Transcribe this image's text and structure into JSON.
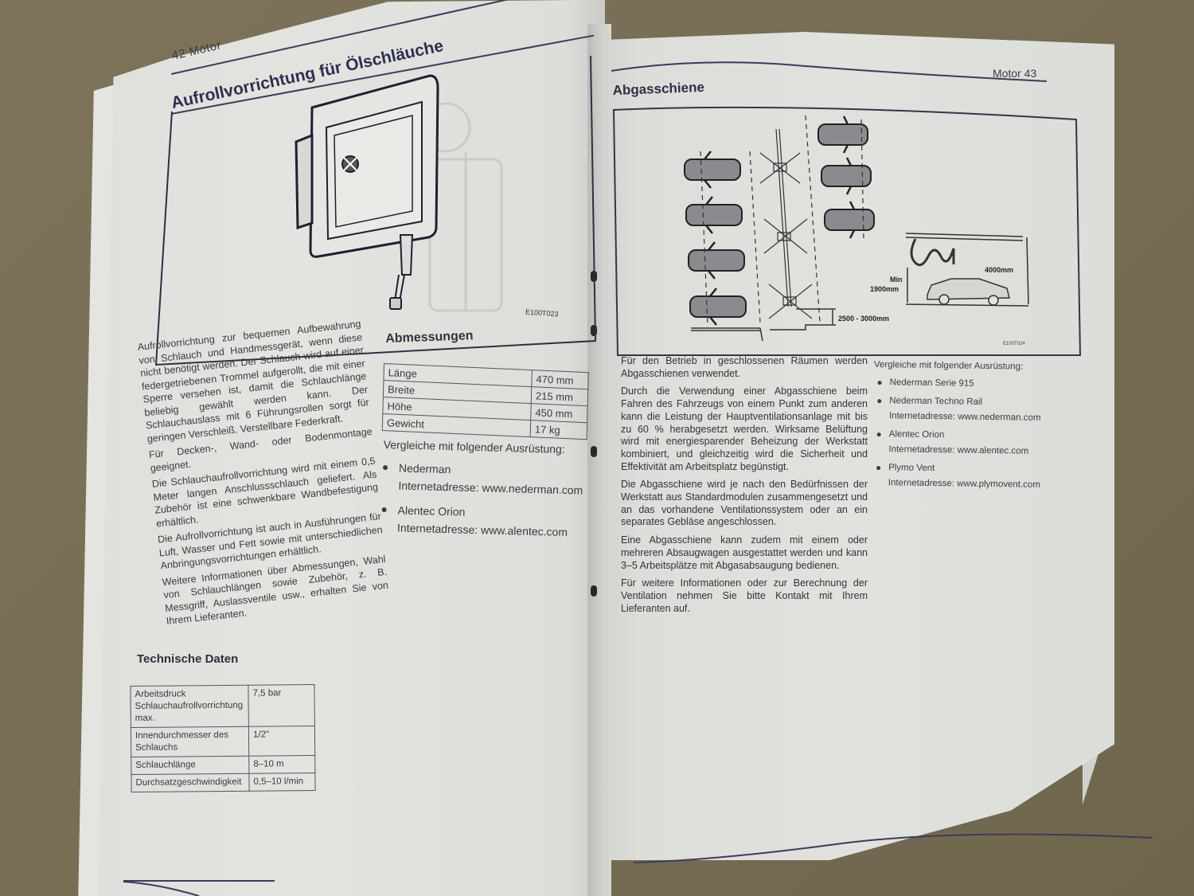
{
  "document": {
    "type": "printed manual, open spread (photo)",
    "colors": {
      "paper": "#e0e2dd",
      "ink": "#33333a",
      "rule_lines": "#3c3a5e",
      "desk_background": "#7a7058"
    }
  },
  "left_page": {
    "running_head": "42  Motor",
    "page_number": "42",
    "section": "Motor",
    "title": "Aufrollvorrichtung für Ölschläuche",
    "figure": {
      "code": "E100T023",
      "description": "hose-reel-unit-illustration"
    },
    "body_paragraphs": [
      "Aufrollvorrichtung zur bequemen Aufbewahrung von Schlauch und Handmessgerät, wenn diese nicht benötigt werden. Der Schlauch wird auf einer federgetriebenen Trommel aufgerollt, die mit einer Sperre versehen ist, damit die Schlauchlänge beliebig gewählt werden kann. Der Schlauchauslass mit 6 Führungsrollen sorgt für geringen Verschleiß. Verstellbare Federkraft.",
      "Für Decken-, Wand- oder Bodenmontage geeignet.",
      "Die Schlauchaufrollvorrichtung wird mit einem 0,5 Meter langen Anschlussschlauch geliefert. Als Zubehör ist eine schwenkbare Wandbefestigung erhältlich.",
      "Die Aufrollvorrichtung ist auch in Ausführungen für Luft, Wasser und Fett sowie mit unterschiedlichen Anbringungsvorrichtungen erhältlich.",
      "Weitere Informationen über Abmessungen, Wahl von Schlauchlängen sowie Zubehör, z. B. Messgriff, Auslassventile usw., erhalten Sie von Ihrem Lieferanten."
    ],
    "technical_data": {
      "heading": "Technische Daten",
      "rows": [
        {
          "label": "Arbeitsdruck Schlauchaufrollvorrichtung max.",
          "value": "7,5 bar"
        },
        {
          "label": "Innendurchmesser des Schlauchs",
          "value": "1/2\""
        },
        {
          "label": "Schlauchlänge",
          "value": "8–10 m"
        },
        {
          "label": "Durchsatzgeschwindigkeit",
          "value": "0,5–10 l/min"
        }
      ]
    },
    "dimensions": {
      "heading": "Abmessungen",
      "rows": [
        {
          "label": "Länge",
          "value": "470 mm"
        },
        {
          "label": "Breite",
          "value": "215 mm"
        },
        {
          "label": "Höhe",
          "value": "450 mm"
        },
        {
          "label": "Gewicht",
          "value": "17 kg"
        }
      ]
    },
    "comparison": {
      "lead": "Vergleiche mit folgender Ausrüstung:",
      "items": [
        {
          "name": "Nederman",
          "url_line": "Internetadresse: www.nederman.com"
        },
        {
          "name": "Alentec Orion",
          "url_line": "Internetadresse: www.alentec.com"
        }
      ]
    }
  },
  "right_page": {
    "running_head": "Motor  43",
    "page_number": "43",
    "section": "Motor",
    "title": "Abgasschiene",
    "figure": {
      "code": "E100T024",
      "description": "exhaust-rail-layout-diagram",
      "labels": {
        "rail_height": "4000mm",
        "min_label": "Min",
        "min_height": "1900mm",
        "offset": "2500 - 3000mm"
      }
    },
    "body_paragraphs": [
      "Für den Betrieb in geschlossenen Räumen werden Abgasschienen verwendet.",
      "Durch die Verwendung einer Abgasschiene beim Fahren des Fahrzeugs von einem Punkt zum anderen kann die Leistung der Hauptventilationsanlage mit bis zu 60 % herabgesetzt werden. Wirksame Belüftung wird mit energiesparender Beheizung der Werkstatt kombiniert, und gleichzeitig wird die Sicherheit und Effektivität am Arbeitsplatz begünstigt.",
      "Die Abgasschiene wird je nach den Bedürfnissen der Werkstatt aus Standardmodulen zusammengesetzt und an das vorhandene Ventilationssystem oder an ein separates Gebläse angeschlossen.",
      "Eine Abgasschiene kann zudem mit einem oder mehreren Absaugwagen ausgestattet werden und kann 3–5 Arbeitsplätze mit Abgasabsaugung bedienen.",
      "Für weitere Informationen oder zur Berechnung der Ventilation nehmen Sie bitte Kontakt mit Ihrem Lieferanten auf."
    ],
    "comparison": {
      "lead": "Vergleiche mit folgender Ausrüstung:",
      "items": [
        {
          "name": "Nederman Serie 915",
          "url_line": ""
        },
        {
          "name": "Nederman Techno Rail",
          "url_line": "Internetadresse: www.nederman.com"
        },
        {
          "name": "Alentec Orion",
          "url_line": "Internetadresse: www.alentec.com"
        },
        {
          "name": "Plymo Vent",
          "url_line": "Internetadresse: www.plymovent.com"
        }
      ]
    }
  }
}
